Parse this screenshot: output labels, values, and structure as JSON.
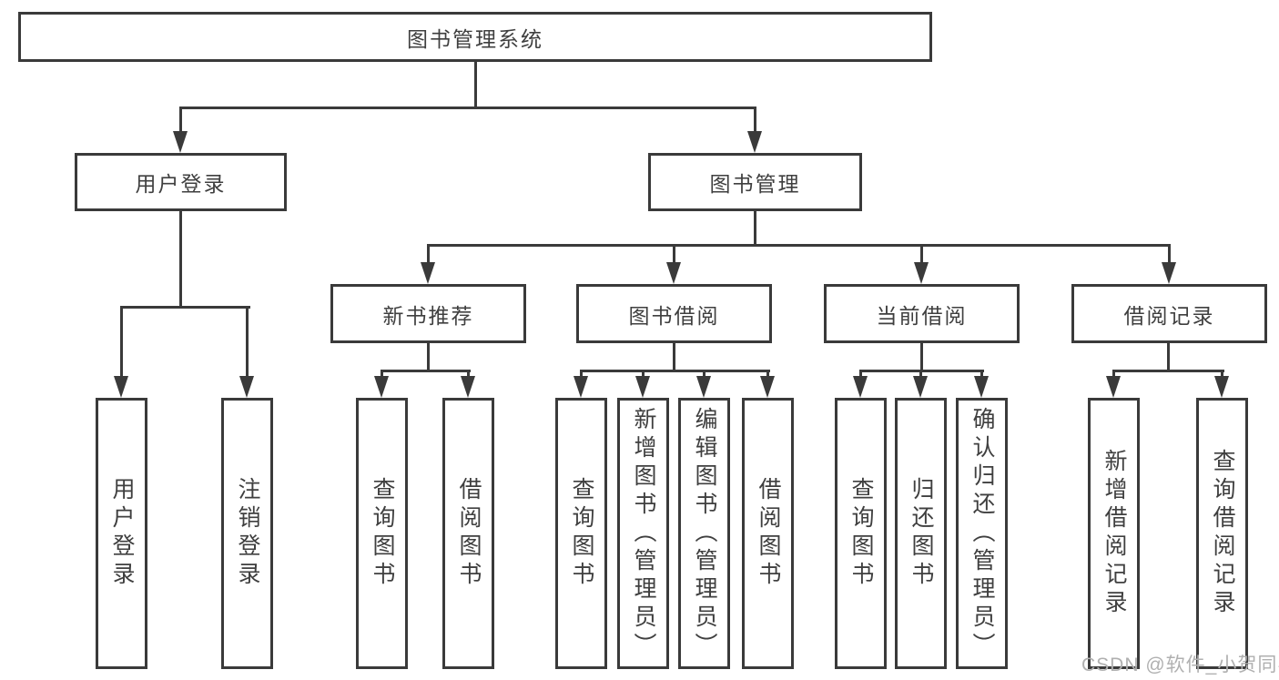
{
  "tree": {
    "root": {
      "label": "图书管理系统",
      "children": [
        {
          "label": "用户登录",
          "children": [
            {
              "label": "用户登录"
            },
            {
              "label": "注销登录"
            }
          ]
        },
        {
          "label": "图书管理",
          "children": [
            {
              "label": "新书推荐",
              "children": [
                {
                  "label": "查询图书"
                },
                {
                  "label": "借阅图书"
                }
              ]
            },
            {
              "label": "图书借阅",
              "children": [
                {
                  "label": "查询图书"
                },
                {
                  "label": "新增图书（管理员）"
                },
                {
                  "label": "编辑图书（管理员）"
                },
                {
                  "label": "借阅图书"
                }
              ]
            },
            {
              "label": "当前借阅",
              "children": [
                {
                  "label": "查询图书"
                },
                {
                  "label": "归还图书"
                },
                {
                  "label": "确认归还（管理员）"
                }
              ]
            },
            {
              "label": "借阅记录",
              "children": [
                {
                  "label": "新增借阅记录"
                },
                {
                  "label": "查询借阅记录"
                }
              ]
            }
          ]
        }
      ]
    }
  },
  "watermark": {
    "text": "CSDN @软件_小贺同学",
    "color": "#b0b0b0"
  },
  "colors": {
    "line": "#3a3a3a",
    "node_border": "#3a3a3a",
    "node_text": "#3f3f3f",
    "watermark_text": "#b0b0b0",
    "background": "#ffffff"
  }
}
